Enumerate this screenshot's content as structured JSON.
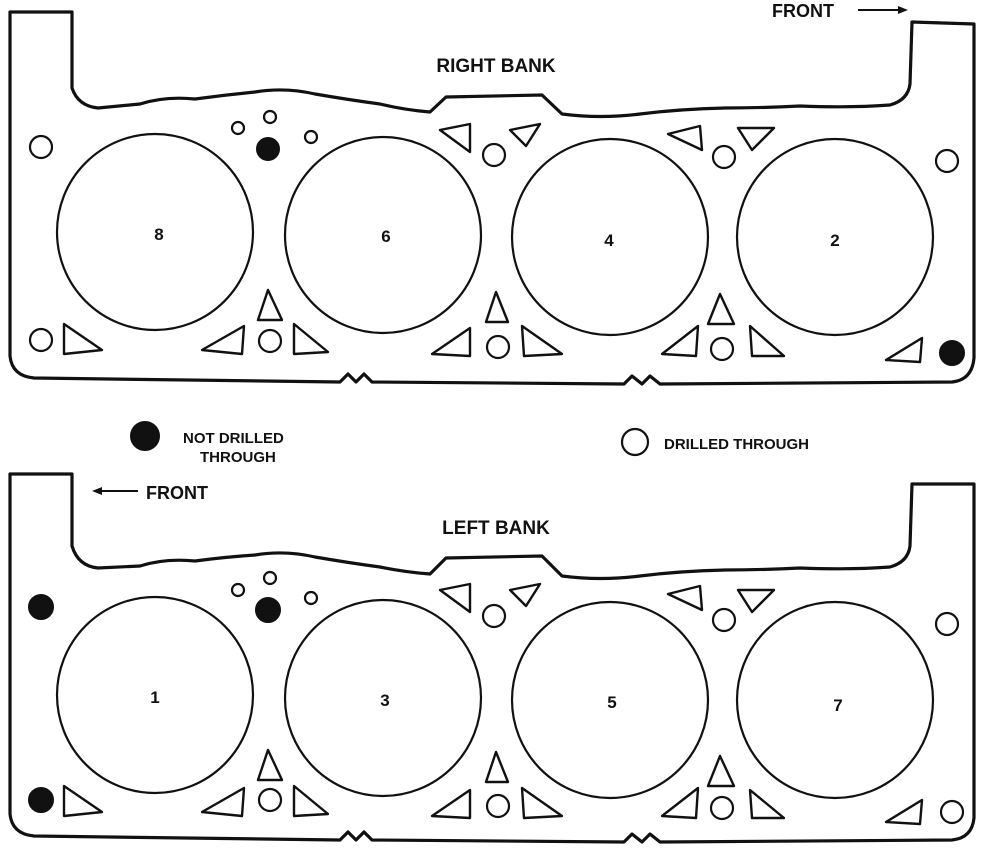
{
  "right_bank": {
    "title": "RIGHT BANK",
    "front_label": "FRONT",
    "cylinders": [
      "8",
      "6",
      "4",
      "2"
    ]
  },
  "left_bank": {
    "title": "LEFT BANK",
    "front_label": "FRONT",
    "cylinders": [
      "1",
      "3",
      "5",
      "7"
    ]
  },
  "legend": {
    "not_drilled_line1": "NOT DRILLED",
    "not_drilled_line2": "THROUGH",
    "drilled_through": "DRILLED THROUGH"
  }
}
